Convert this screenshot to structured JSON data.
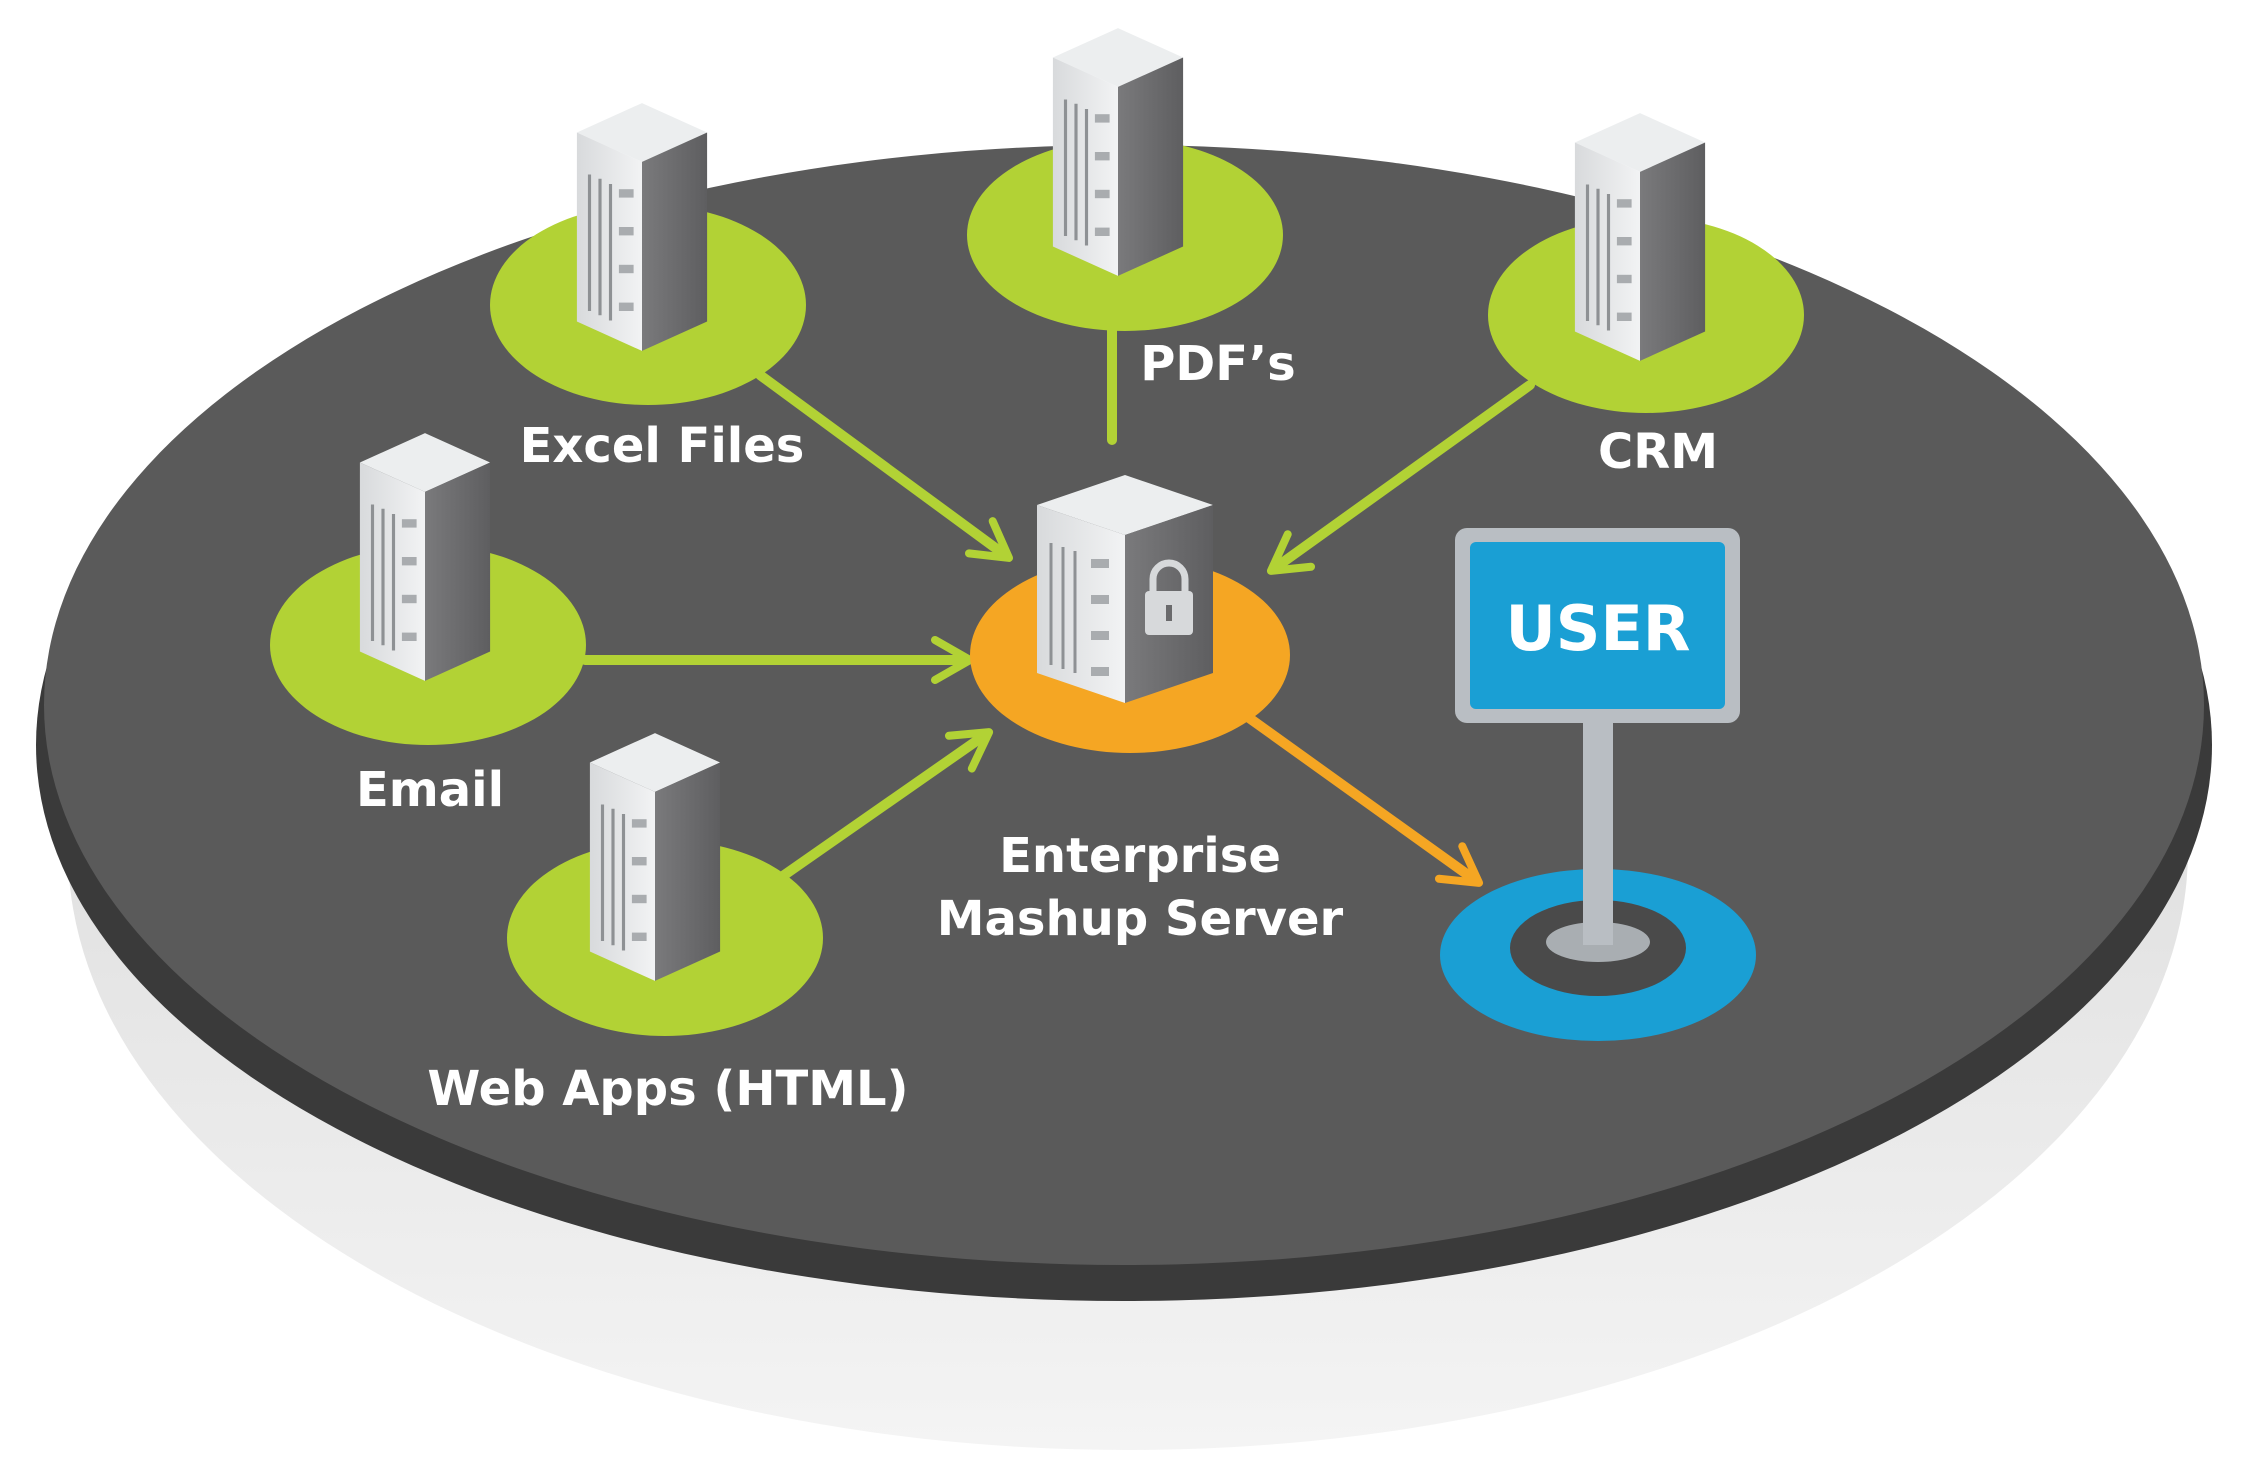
{
  "diagram": {
    "sources": [
      {
        "id": "excel",
        "label": "Excel Files"
      },
      {
        "id": "pdf",
        "label": "PDF’s"
      },
      {
        "id": "crm",
        "label": "CRM"
      },
      {
        "id": "email",
        "label": "Email"
      },
      {
        "id": "webapps",
        "label": "Web Apps (HTML)"
      }
    ],
    "hub": {
      "label_line1": "Enterprise",
      "label_line2": "Mashup Server"
    },
    "user": {
      "label": "USER"
    }
  },
  "colors": {
    "platform_top": "#5a5a5a",
    "platform_rim": "#3a3a3a",
    "platform_shadow": "#dcdcdc",
    "source_node": "#b2d235",
    "hub_node": "#f5a623",
    "user_sign": "#1a9fd4",
    "user_sign_frame": "#b9bec3",
    "arrow_source": "#b2d235",
    "arrow_hub": "#f5a623"
  },
  "icons": {
    "source": "server-tower-icon",
    "hub": "locked-server-icon",
    "user": "user-signpost-icon"
  }
}
